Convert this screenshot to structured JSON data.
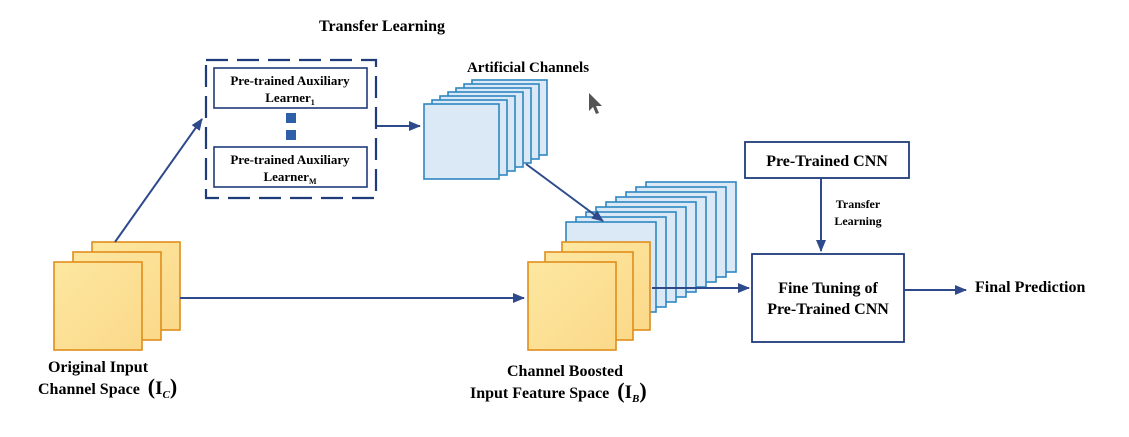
{
  "labels": {
    "transfer_learning_top": "Transfer Learning",
    "artificial_channels": "Artificial Channels",
    "aux_learner_first_line1": "Pre-trained Auxiliary",
    "aux_learner_first_line2": "Learner",
    "aux_learner_first_sub": "1",
    "aux_learner_last_line1": "Pre-trained Auxiliary",
    "aux_learner_last_line2": "Learner",
    "aux_learner_last_sub": "M",
    "pretrained_cnn": "Pre-Trained CNN",
    "transfer_learning_small_1": "Transfer",
    "transfer_learning_small_2": "Learning",
    "fine_tuning_line1": "Fine Tuning of",
    "fine_tuning_line2": "Pre-Trained CNN",
    "final_prediction": "Final Prediction",
    "original_input_line1": "Original Input",
    "original_input_line2": "Channel Space",
    "original_symbol": "I",
    "original_symbol_sub": "C",
    "boosted_line1": "Channel Boosted",
    "boosted_line2": "Input Feature Space",
    "boosted_symbol": "I",
    "boosted_symbol_sub": "B"
  },
  "colors": {
    "arrow": "#2e4a8c",
    "box_stroke": "#1f3b7a",
    "dash_stroke": "#1f3b7a",
    "input_fill": "#fde9a8",
    "input_stroke": "#e08e1b",
    "artificial_fill": "#dbe8f6",
    "artificial_stroke": "#2e86c1",
    "dot_fill": "#2e5fa8"
  }
}
